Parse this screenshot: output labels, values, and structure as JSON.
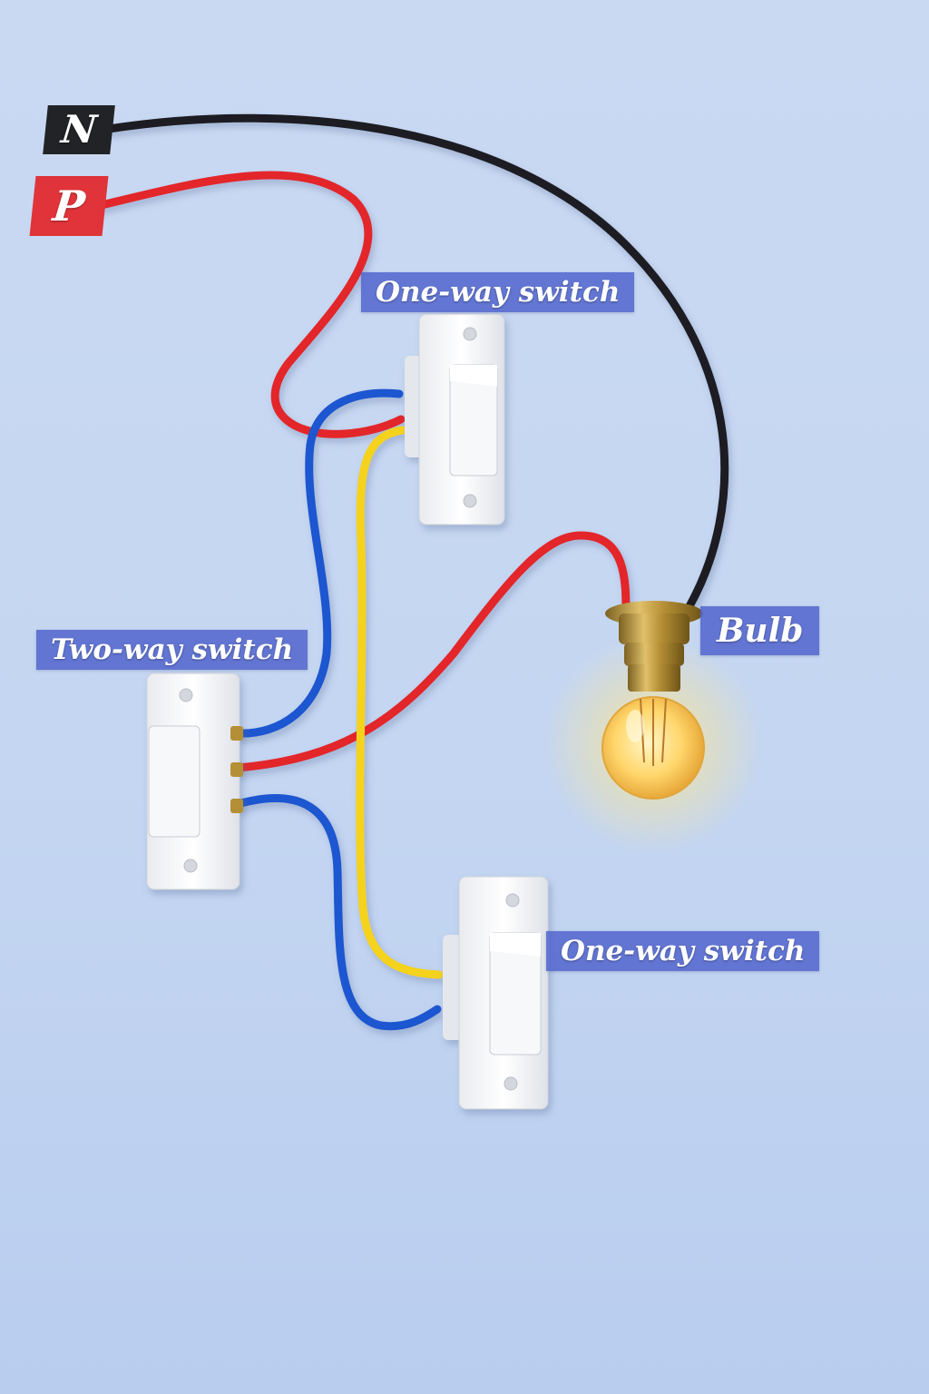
{
  "terminals": {
    "neutral": "N",
    "phase": "P"
  },
  "labels": {
    "top_switch": "One-way switch",
    "two_way_switch": "Two-way switch",
    "bulb": "Bulb",
    "bottom_switch": "One-way switch"
  },
  "colors": {
    "wall": "#c9d9f1",
    "neutral_wire": "#1d1e21",
    "phase_wire": "#e2262b",
    "blue_wire": "#1f57d0",
    "yellow_wire": "#f5d21f",
    "label_bg": "#5468ce",
    "brass": "#c9a64a",
    "bulb_glow": "#ffd66b"
  },
  "icons": {
    "switch": "rocker-switch-icon",
    "bulb": "light-bulb-icon"
  }
}
